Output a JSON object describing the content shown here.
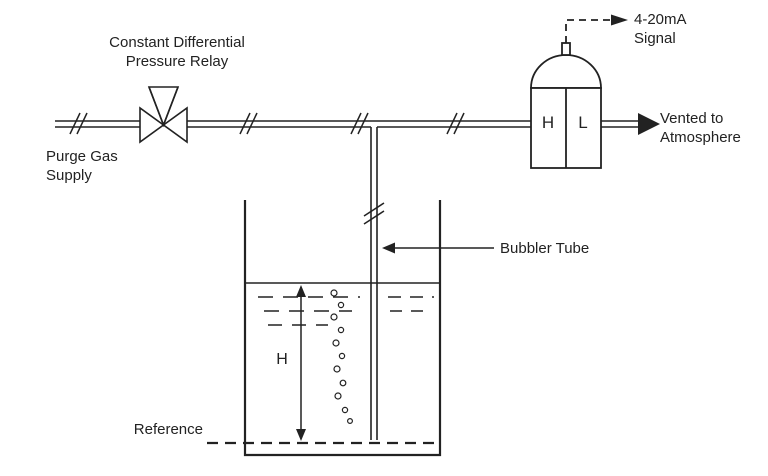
{
  "title": "Bubbler tube level measurement diagram",
  "labels": {
    "relay": "Constant Differential\nPressure Relay",
    "purge": "Purge Gas\nSupply",
    "signal": "4-20mA\nSignal",
    "vented": "Vented to\nAtmosphere",
    "bubbler": "Bubbler Tube",
    "reference": "Reference",
    "height": "H",
    "xmtr_high": "H",
    "xmtr_low": "L"
  },
  "colors": {
    "line": "#222222",
    "background": "#ffffff"
  }
}
